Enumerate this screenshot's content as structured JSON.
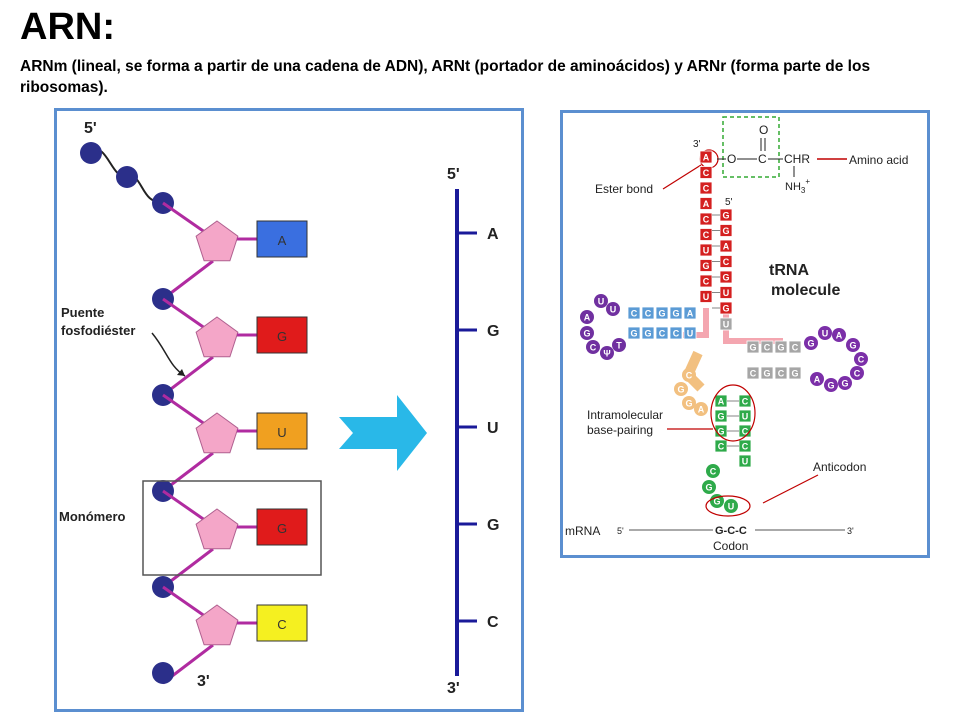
{
  "header": {
    "title": "ARN:",
    "subtitle": "ARNm (lineal, se forma a partir de una cadena de ADN), ARNt (portador de aminoácidos) y ARNr (forma parte de los ribosomas)."
  },
  "left_panel": {
    "end_5": "5'",
    "end_3": "3'",
    "bond_label_1": "Puente",
    "bond_label_2": "fosfodiéster",
    "monomer_label": "Monómero",
    "bases": [
      "A",
      "G",
      "U",
      "G",
      "C"
    ],
    "strand_end_5": "5'",
    "strand_end_3": "3'",
    "strand_bases": [
      "A",
      "G",
      "U",
      "G",
      "C"
    ],
    "colors": {
      "phosphate": "#2b2f8a",
      "sugar": "#f4a6c8",
      "backbone": "#b02ba0",
      "arrow": "#29b8e8",
      "strand": "#1a1a99",
      "base_A": "#3a6fe0",
      "base_G": "#e01b1b",
      "base_U": "#f0a020",
      "base_C": "#f5f020"
    }
  },
  "right_panel": {
    "end_3": "3'",
    "end_5": "5'",
    "ester_bond": "Ester bond",
    "amino_acid": "Amino acid",
    "o_top": "O",
    "o_link": "O",
    "c_label": "C",
    "chr": "CHR",
    "nh3": "NH",
    "nh3_sub": "3",
    "nh3_sup": "+",
    "title_1": "tRNA",
    "title_2": "molecule",
    "intramolecular_1": "Intramolecular",
    "intramolecular_2": "base-pairing",
    "anticodon": "Anticodon",
    "mrna": "mRNA",
    "mrna_5": "5'",
    "mrna_3": "3'",
    "codon_bases": "G-C-C",
    "codon": "Codon",
    "acceptor_3": [
      "A",
      "C",
      "C",
      "A",
      "C",
      "C",
      "U",
      "G",
      "C",
      "U"
    ],
    "acceptor_5": [
      "G",
      "G",
      "A",
      "C",
      "G",
      "U",
      "G"
    ],
    "d_arm_top": [
      "C",
      "C",
      "G",
      "G",
      "A"
    ],
    "d_arm_bottom": [
      "G",
      "G",
      "C",
      "C",
      "U"
    ],
    "d_loop": [
      "U",
      "U",
      "A",
      "G",
      "C",
      "Ψ",
      "T"
    ],
    "t_arm_top": [
      "G",
      "C",
      "G",
      "C"
    ],
    "t_arm_bottom": [
      "C",
      "G",
      "C",
      "G"
    ],
    "t_loop": [
      "G",
      "U",
      "A",
      "G",
      "C",
      "C",
      "G",
      "G",
      "A"
    ],
    "anticodon_left": [
      "A",
      "G",
      "G",
      "C"
    ],
    "anticodon_right": [
      "C",
      "U",
      "C",
      "C",
      "U"
    ],
    "anticodon_loop": [
      "C",
      "G",
      "G",
      "U"
    ],
    "variable": [
      "C",
      "G",
      "G",
      "A"
    ],
    "colors": {
      "acceptor": "#d42020",
      "d_arm": "#5b9bd5",
      "d_loop": "#7030a0",
      "t_arm": "#a6a6a6",
      "t_loop": "#7b2fa8",
      "anticodon_arm": "#2eaa4a",
      "variable": "#f2c080",
      "backbone": "#f4a6b0",
      "label_line": "#c00000",
      "dashed_box": "#33aa33"
    }
  }
}
